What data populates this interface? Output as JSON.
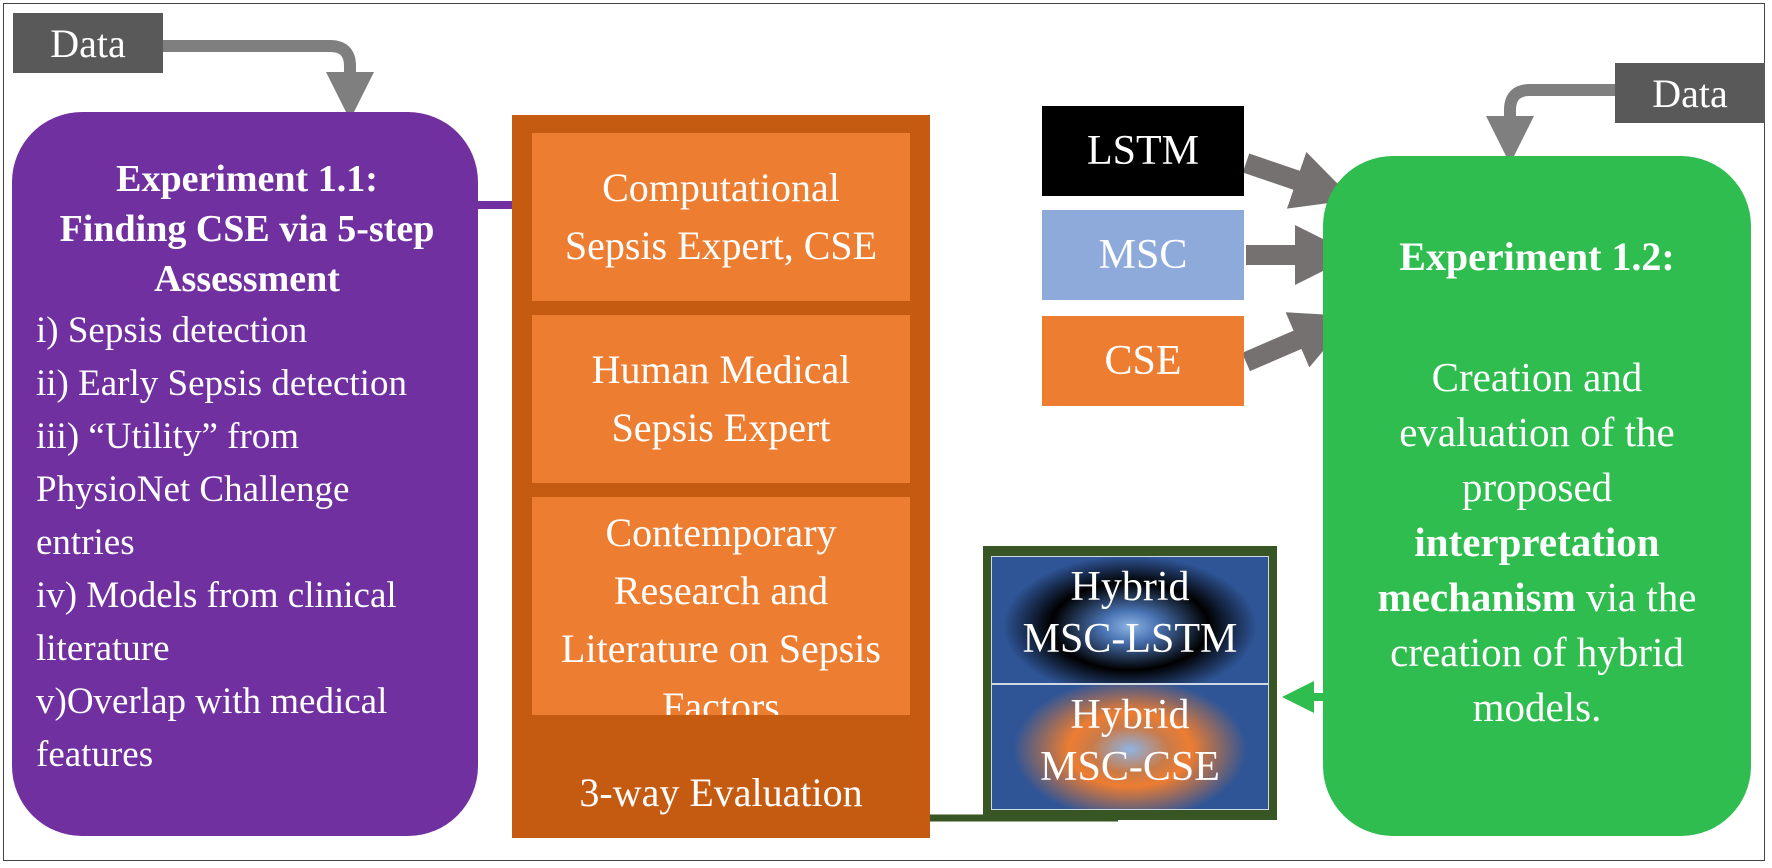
{
  "data_left": "Data",
  "data_right": "Data",
  "exp11": {
    "title_line1": "Experiment 1.1:",
    "title_line2": "Finding CSE via 5-step",
    "title_line3": "Assessment",
    "items": [
      "i) Sepsis detection",
      "ii) Early Sepsis detection",
      "iii) “Utility” from",
      "PhysioNet Challenge",
      "entries",
      "iv) Models from clinical",
      "literature",
      "v)Overlap with medical",
      "features"
    ]
  },
  "evaluation": {
    "cse_line1": "Computational",
    "cse_line2": "Sepsis Expert, CSE",
    "human_line1": "Human Medical",
    "human_line2": "Sepsis Expert",
    "lit_line1": "Contemporary",
    "lit_line2": "Research and",
    "lit_line3": "Literature on Sepsis",
    "lit_line4": "Factors",
    "label": "3-way Evaluation"
  },
  "models": {
    "lstm": "LSTM",
    "msc": "MSC",
    "cse": "CSE"
  },
  "hybrids": {
    "h1_line1": "Hybrid",
    "h1_line2": "MSC-LSTM",
    "h2_line1": "Hybrid",
    "h2_line2": "MSC-CSE"
  },
  "exp12": {
    "title": "Experiment 1.2:",
    "line1": "Creation and",
    "line2": "evaluation of the",
    "line3": "proposed",
    "line4_bold": "interpretation",
    "line5_bold": "mechanism",
    "line5_rest": " via the",
    "line6": "creation of hybrid",
    "line7": "models."
  },
  "colors": {
    "purple": "#7030a0",
    "orange_dark": "#c55a11",
    "orange": "#ed7d31",
    "green": "#2ebd4e",
    "dark_green": "#375623",
    "msc_blue": "#8eaadb",
    "grey": "#595959"
  }
}
